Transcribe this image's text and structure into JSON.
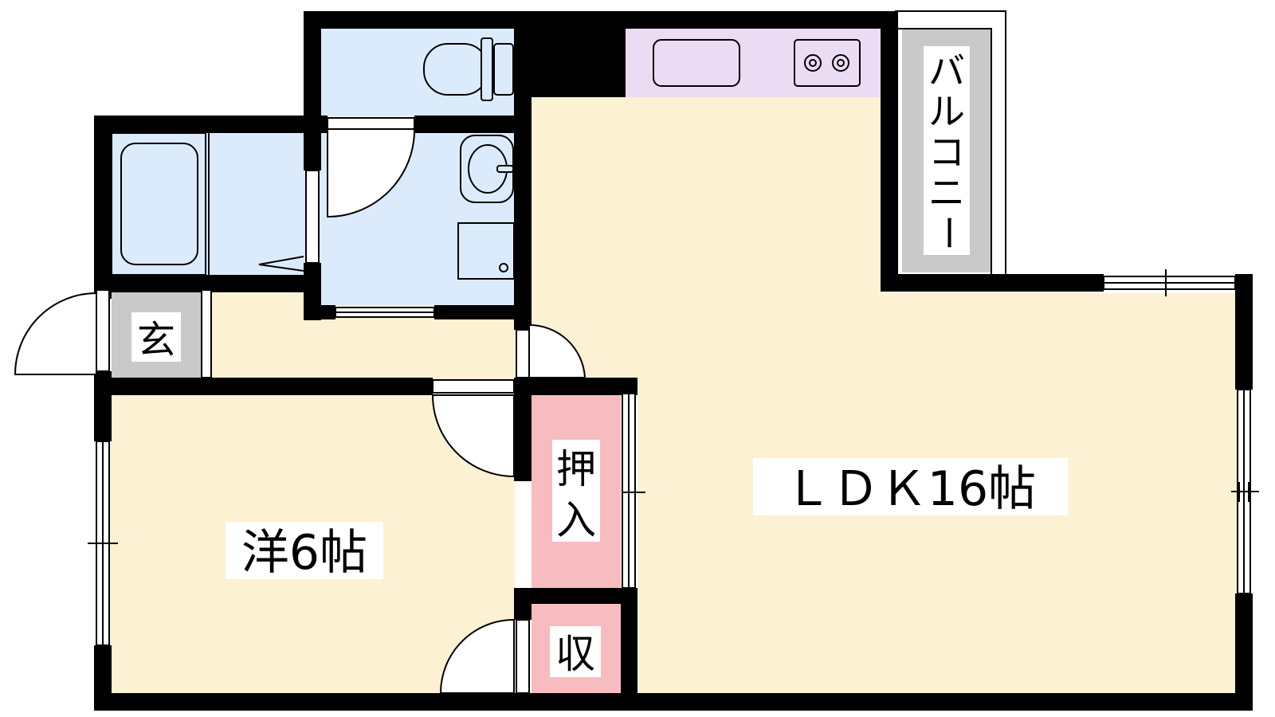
{
  "rooms": {
    "ldk": "ＬＤＫ16帖",
    "western": "洋6帖",
    "closet_oshiire": [
      "押",
      "入"
    ],
    "storage": "収",
    "entrance": "玄",
    "balcony": [
      "バ",
      "ル",
      "コ",
      "ニ",
      "ー"
    ]
  },
  "colors": {
    "living": "#fdf1d3",
    "wet_area": "#dcebfb",
    "kitchen": "#ebdcf4",
    "closet": "#f7bcbf",
    "entrance_floor": "#c9c9c9",
    "balcony_floor": "#c9c9c9",
    "wall": "#000000"
  }
}
